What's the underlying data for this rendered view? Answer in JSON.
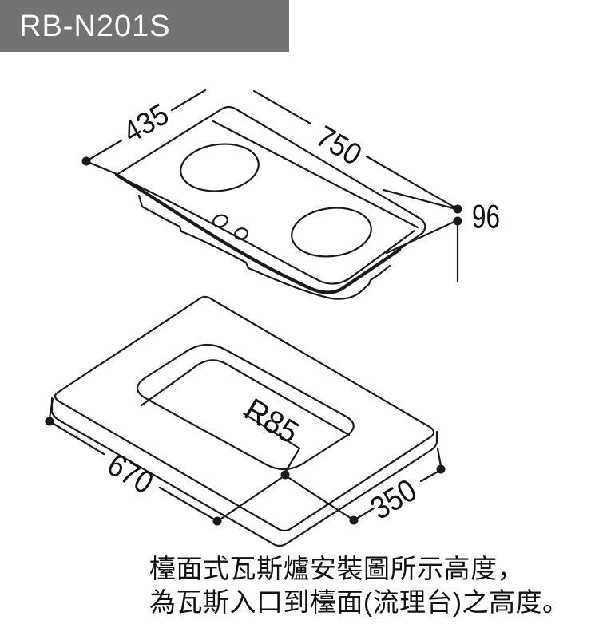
{
  "header": {
    "model": "RB-N201S",
    "bg_color": "#737373",
    "text_color": "#ffffff"
  },
  "diagram": {
    "line_color": "#1a1a1a",
    "stove": {
      "width_label": "750",
      "depth_label": "435",
      "height_label": "96"
    },
    "cutout": {
      "width_label": "670",
      "depth_label": "350",
      "corner_radius_label": "R85"
    }
  },
  "caption": {
    "line1": "檯面式瓦斯爐安裝圖所示高度，",
    "line2": "為瓦斯入口到檯面(流理台)之高度。"
  }
}
